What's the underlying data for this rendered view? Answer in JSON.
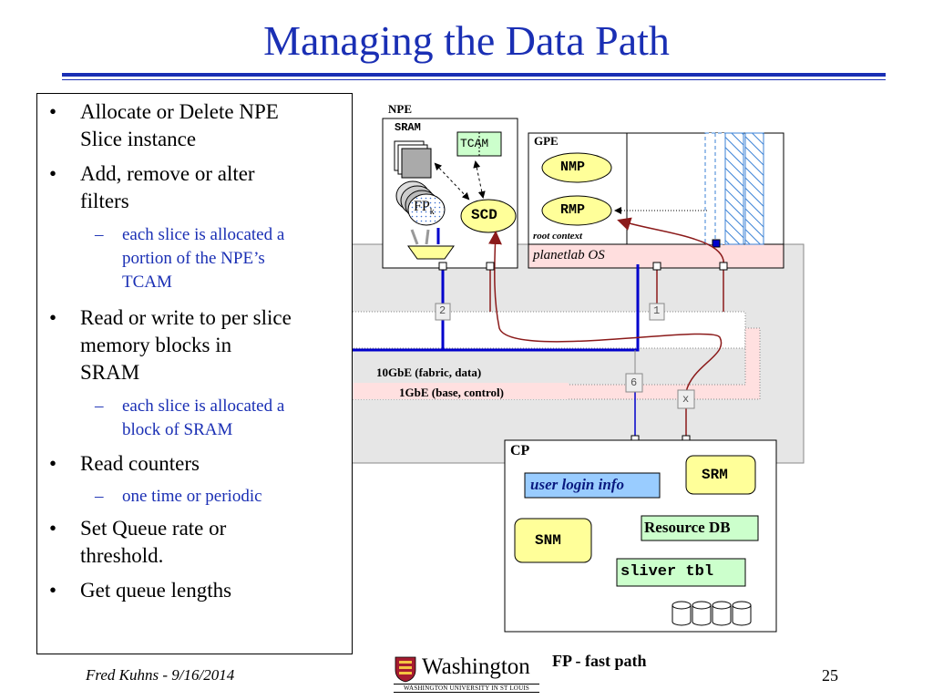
{
  "slide": {
    "title": "Managing the Data Path",
    "footer_author": "Fred Kuhns - 9/16/2014",
    "page_number": "25",
    "footnote": "FP - fast path",
    "logo_name": "Washington",
    "logo_subtitle": "WASHINGTON UNIVERSITY IN ST LOUIS"
  },
  "bullets": [
    {
      "text_lines": [
        "Allocate or Delete NPE",
        "Slice instance"
      ]
    },
    {
      "text_lines": [
        "Add, remove or alter",
        "filters"
      ]
    },
    {
      "sub": true,
      "text_lines": [
        "each slice is allocated a",
        "portion of the NPE’s",
        "TCAM"
      ]
    },
    {
      "text_lines": [
        "Read or write to per slice",
        "memory blocks in",
        "SRAM"
      ]
    },
    {
      "sub": true,
      "text_lines": [
        "each slice is allocated a",
        "block of SRAM"
      ]
    },
    {
      "text_lines": [
        "Read counters"
      ]
    },
    {
      "sub": true,
      "text_lines": [
        "one time or periodic"
      ]
    },
    {
      "text_lines": [
        "Set Queue rate or",
        "threshold."
      ]
    },
    {
      "text_lines": [
        "Get queue lengths"
      ]
    }
  ],
  "diagram": {
    "npe_label": "NPE",
    "sram_label": "SRAM",
    "tcam_label": "TCAM",
    "fp_label": "FP",
    "fp_sub": "k",
    "scd_label": "SCD",
    "gpe_label": "GPE",
    "nmp_label": "NMP",
    "rmp_label": "RMP",
    "root_context_label": "root context",
    "planetlab_label": "planetlab OS",
    "switch_port_2": "2",
    "switch_port_1": "1",
    "switch_port_6": "6",
    "switch_port_x": "x",
    "link_10gbe": "10GbE (fabric, data)",
    "link_1gbe": "1GbE (base, control)",
    "cp_label": "CP",
    "user_login_label": "user login info",
    "srm_label": "SRM",
    "snm_label": "SNM",
    "resource_db_label": "Resource DB",
    "sliver_tbl_label": "sliver tbl"
  },
  "colors": {
    "title_blue": "#1a2fb4",
    "data_link_blue": "#0000cc",
    "control_link_red": "#8b1a1a",
    "node_yellow": "#ffff99",
    "label_green": "#ccffcc",
    "label_blue": "#99ccff",
    "planetlab_pink": "#ffdede",
    "chassis_gray": "#e6e6e6"
  }
}
